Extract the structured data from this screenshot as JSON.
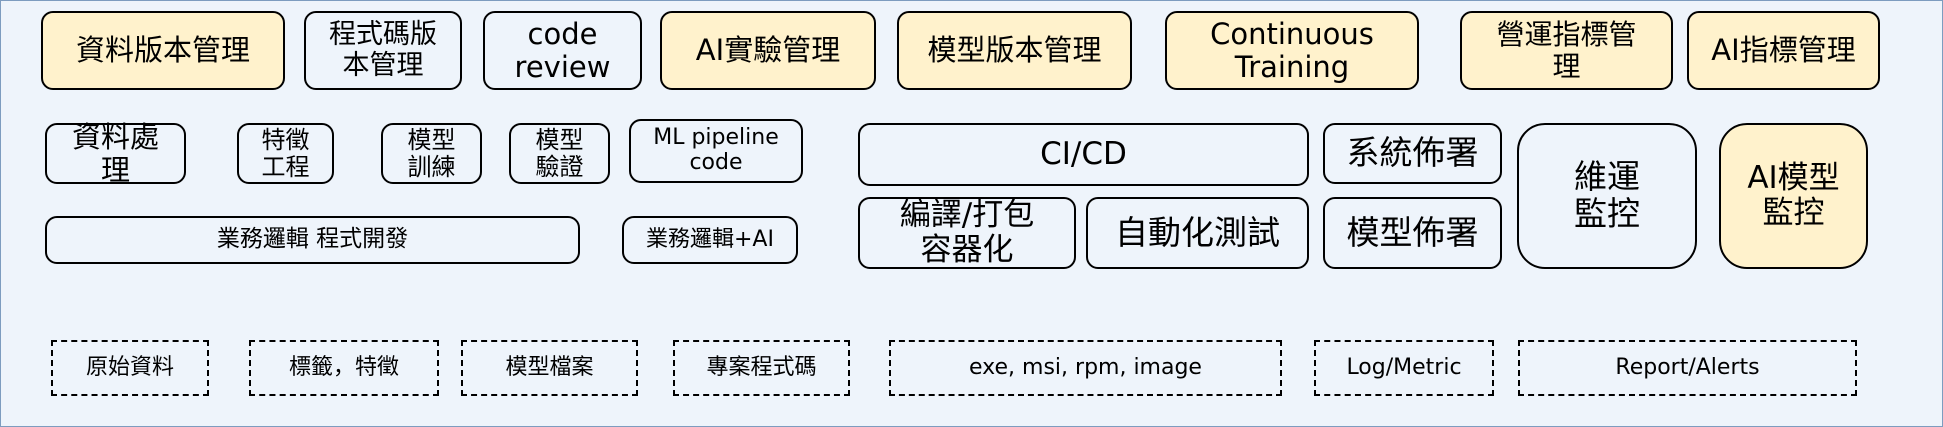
{
  "top_row": [
    "資料版本管理",
    "程式碼版\n本管理",
    "code\nreview",
    "AI實驗管理",
    "模型版本管理",
    "Continuous\nTraining",
    "營運指標管\n理",
    "AI指標管理"
  ],
  "ml_stages": [
    "資料處\n理",
    "特徵\n工程",
    "模型\n訓練",
    "模型\n驗證",
    "ML pipeline\ncode"
  ],
  "business": {
    "dev": "業務邏輯 程式開發",
    "ai": "業務邏輯+AI"
  },
  "cicd": {
    "title": "CI/CD",
    "build": "編譯/打包\n容器化",
    "test": "自動化測試"
  },
  "deploy": {
    "system": "系統佈署",
    "model": "模型佈署"
  },
  "monitor": {
    "ops": "維運\n監控",
    "ai": "AI模型\n監控"
  },
  "artifacts": [
    "原始資料",
    "標籤，特徵",
    "模型檔案",
    "專案程式碼",
    "exe, msi, rpm, image",
    "Log/Metric",
    "Report/Alerts"
  ],
  "colors": {
    "yellow_fill": "#fff2cc",
    "blue_fill": "#eef4fb",
    "border": "#000000"
  }
}
